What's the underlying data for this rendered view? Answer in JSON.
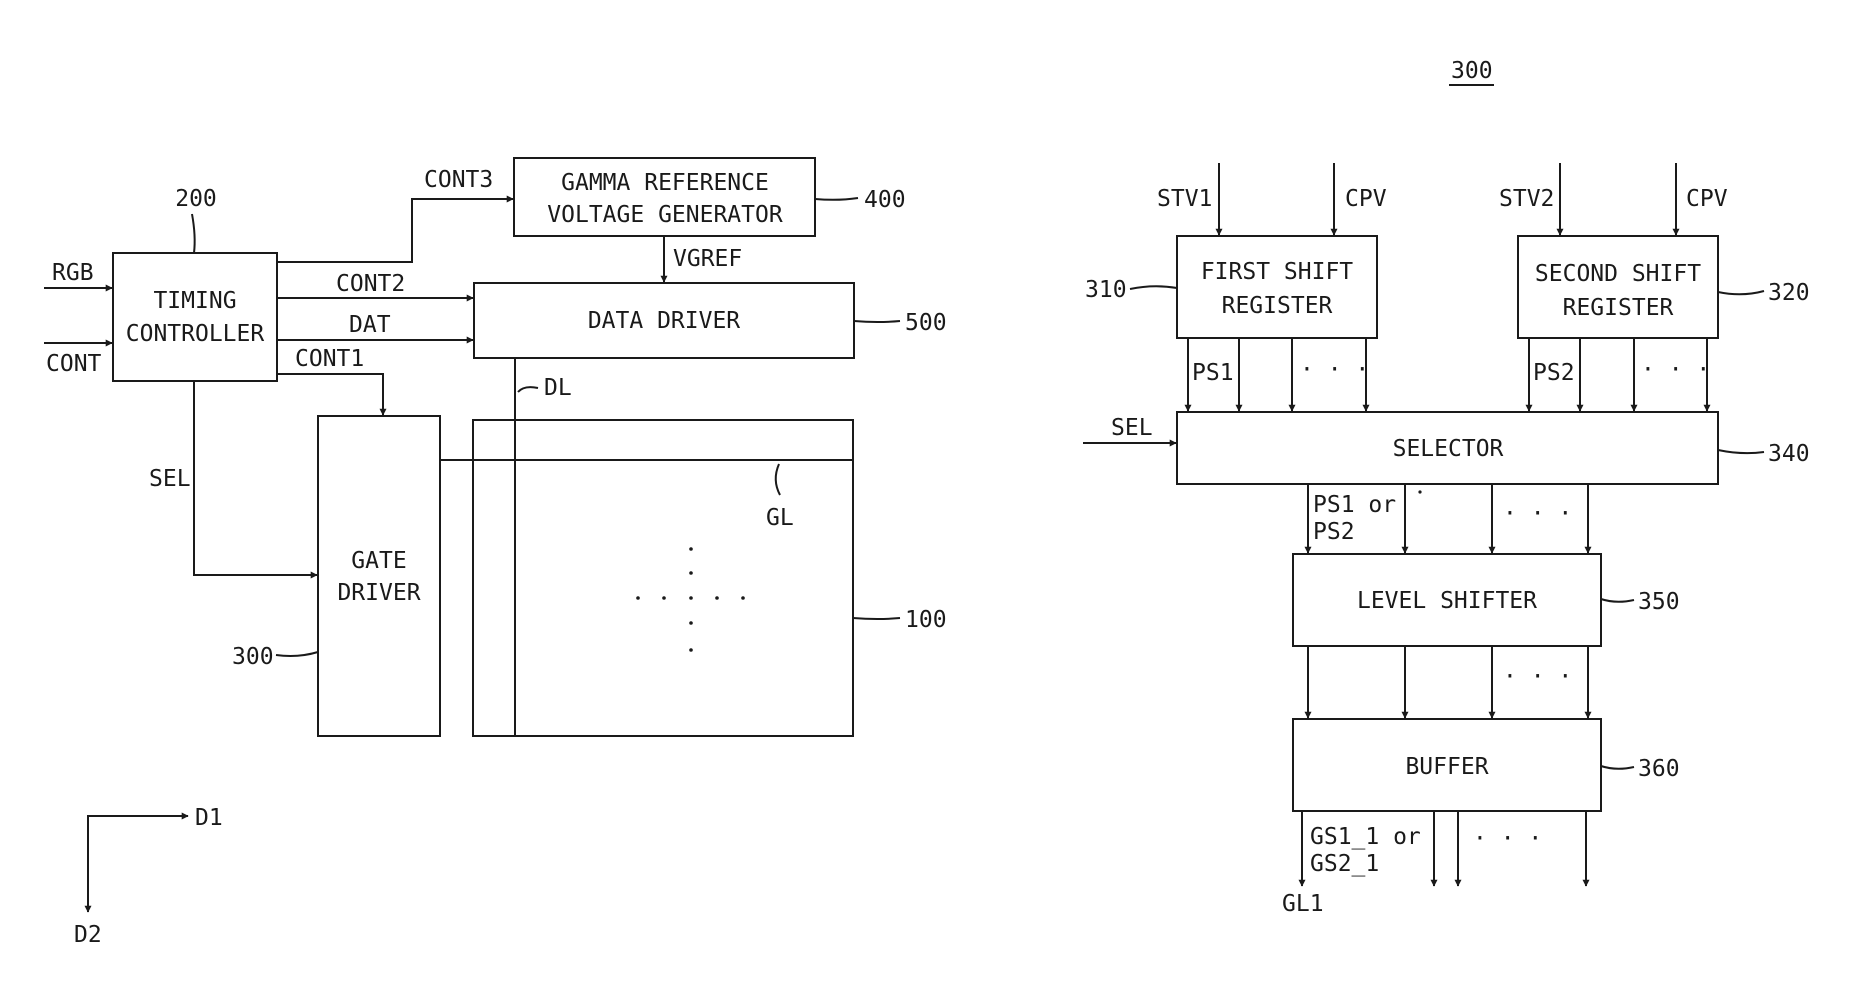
{
  "left": {
    "timing_controller": {
      "ref": "200",
      "line1": "TIMING",
      "line2": "CONTROLLER"
    },
    "gamma": {
      "ref": "400",
      "line1": "GAMMA REFERENCE",
      "line2": "VOLTAGE GENERATOR"
    },
    "data_driver": {
      "ref": "500",
      "label": "DATA DRIVER"
    },
    "gate_driver": {
      "ref": "300",
      "line1": "GATE",
      "line2": "DRIVER"
    },
    "panel": {
      "ref": "100"
    },
    "signals": {
      "rgb": "RGB",
      "cont": "CONT",
      "cont1": "CONT1",
      "cont2": "CONT2",
      "cont3": "CONT3",
      "dat": "DAT",
      "sel": "SEL",
      "vgref": "VGREF",
      "dl": "DL",
      "gl": "GL"
    },
    "axes": {
      "d1": "D1",
      "d2": "D2"
    }
  },
  "right": {
    "title": "300",
    "first_shift": {
      "ref": "310",
      "line1": "FIRST SHIFT",
      "line2": "REGISTER"
    },
    "second_shift": {
      "ref": "320",
      "line1": "SECOND SHIFT",
      "line2": "REGISTER"
    },
    "selector": {
      "ref": "340",
      "label": "SELECTOR"
    },
    "level_shifter": {
      "ref": "350",
      "label": "LEVEL SHIFTER"
    },
    "buffer": {
      "ref": "360",
      "label": "BUFFER"
    },
    "signals": {
      "stv1": "STV1",
      "stv2": "STV2",
      "cpv": "CPV",
      "ps1": "PS1",
      "ps2": "PS2",
      "sel": "SEL",
      "ps_or_1": "PS1 or",
      "ps_or_2": "PS2",
      "gs_or_1": "GS1_1 or",
      "gs_or_2": "GS2_1",
      "gl1": "GL1",
      "dots": "· · ·"
    }
  }
}
